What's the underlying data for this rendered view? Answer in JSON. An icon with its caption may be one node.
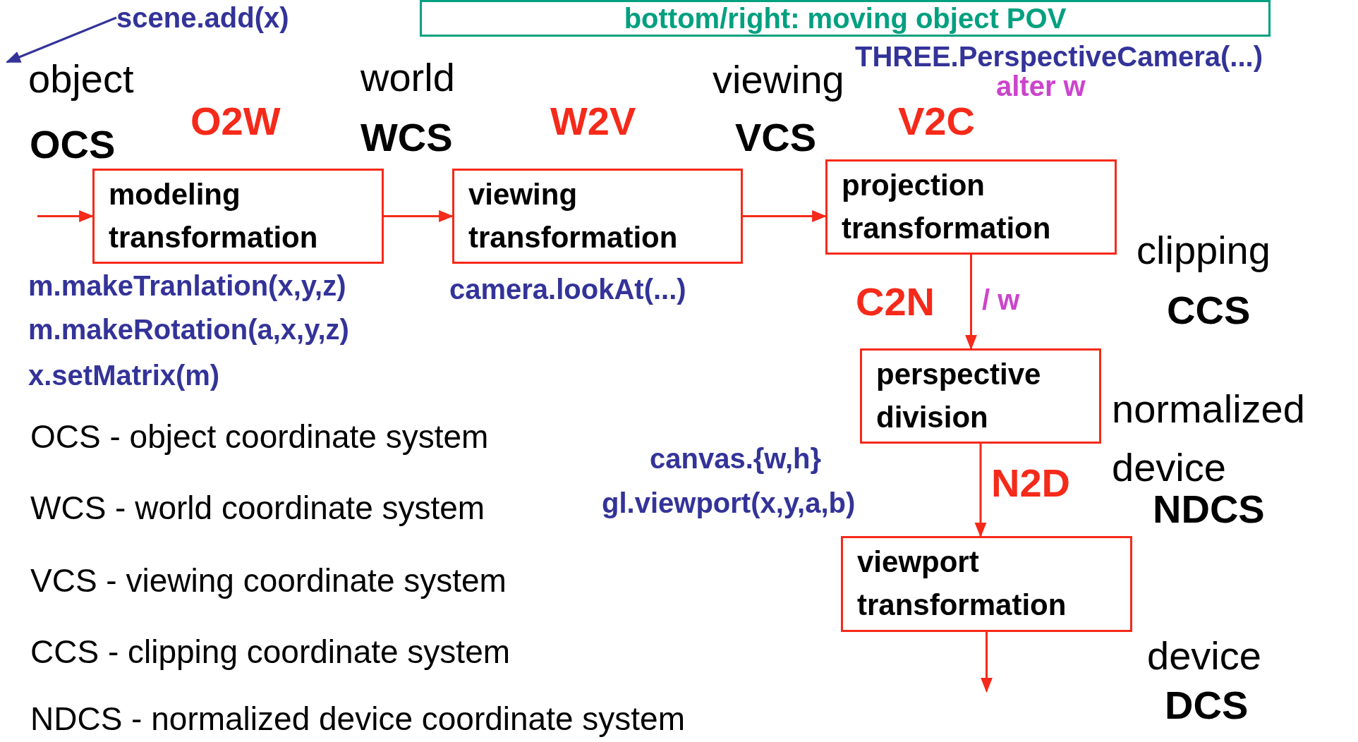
{
  "diagram": {
    "nodes": [
      {
        "text": [
          "bottom/right: moving object POV"
        ]
      },
      {
        "text": [
          "scene.add(x)"
        ]
      },
      {
        "text": [
          "object"
        ]
      },
      {
        "text": [
          "modeling transformation"
        ]
      },
      {
        "text": [
          "viewing transformation"
        ]
      },
      {
        "text": [
          "projection transformation"
        ]
      },
      {
        "text": [
          "perspective division"
        ]
      },
      {
        "text": [
          "viewport transformation"
        ]
      }
    ],
    "edges": [
      {
        "from": 1,
        "to": 2,
        "arrow": "to",
        "color": "#333399"
      },
      {
        "from": null,
        "to": 3,
        "arrow": "to"
      },
      {
        "from": 3,
        "to": 4,
        "arrow": "to"
      },
      {
        "from": 4,
        "to": 5,
        "arrow": "to"
      },
      {
        "from": 5,
        "to": 6,
        "arrow": "to"
      },
      {
        "from": 6,
        "to": 7,
        "arrow": "to"
      },
      {
        "from": 7,
        "to": null,
        "arrow": "to"
      }
    ],
    "labels": [
      "THREE.PerspectiveCamera(...)",
      "alter w",
      "world",
      "viewing",
      "O2W",
      "W2V",
      "V2C",
      "OCS",
      "WCS",
      "VCS",
      "m.makeTranlation(x,y,z)",
      "clipping",
      "camera.lookAt(...)",
      "C2N",
      "/ w",
      "CCS",
      "m.makeRotation(a,x,y,z)",
      "x.setMatrix(m)",
      "normalized",
      "OCS - object coordinate system",
      "canvas.{w,h}",
      "device",
      "N2D",
      "WCS - world coordinate system",
      "gl.viewport(x,y,a,b)",
      "NDCS",
      "VCS - viewing coordinate system",
      "CCS - clipping coordinate system",
      "device",
      "DCS",
      "NDCS - normalized device coordinate system"
    ]
  }
}
